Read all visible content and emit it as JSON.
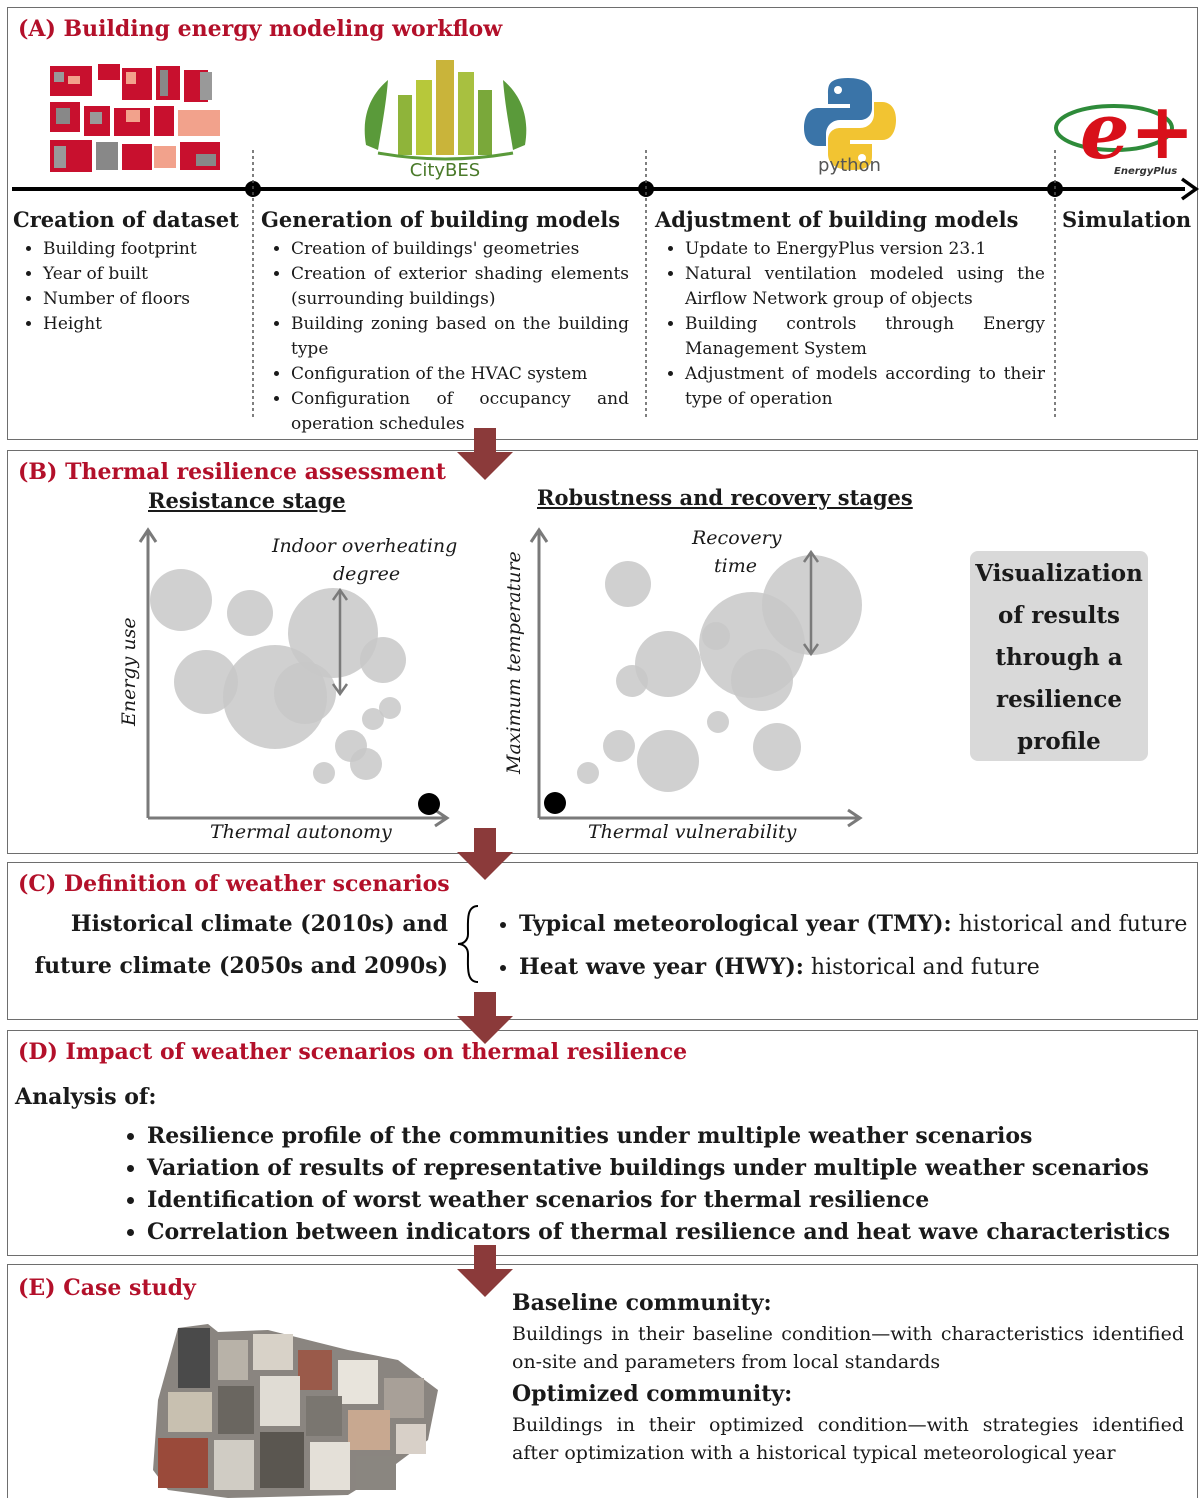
{
  "panelA": {
    "title": "(A) Building energy modeling workflow",
    "logos": {
      "citybes": "CityBES",
      "python": "python",
      "energyplus_mark": "e+",
      "energyplus_name": "EnergyPlus"
    },
    "stages": [
      {
        "heading": "Creation of dataset",
        "items": [
          "Building footprint",
          "Year of built",
          "Number of floors",
          "Height"
        ]
      },
      {
        "heading": "Generation of building models",
        "items": [
          "Creation of buildings' geometries",
          "Creation of exterior shading elements (surrounding buildings)",
          "Building zoning based on the building type",
          "Configuration of the HVAC system",
          "Configuration of occupancy and operation schedules"
        ]
      },
      {
        "heading": "Adjustment of building models",
        "items": [
          "Update to EnergyPlus version 23.1",
          "Natural ventilation modeled using the Airflow Network group of objects",
          "Building controls through Energy Management System",
          "Adjustment of models according to their type of operation"
        ]
      },
      {
        "heading": "Simulation",
        "items": []
      }
    ]
  },
  "panelB": {
    "title": "(B) Thermal resilience assessment",
    "left_plot": {
      "title": "Resistance stage",
      "ylabel": "Energy use",
      "xlabel": "Thermal autonomy",
      "annotation": [
        "Indoor overheating",
        "degree"
      ]
    },
    "right_plot": {
      "title": "Robustness and recovery stages",
      "ylabel": "Maximum temperature",
      "xlabel": "Thermal vulnerability",
      "annotation": [
        "Recovery",
        "time"
      ]
    },
    "visualization": [
      "Visualization",
      "of results",
      "through a",
      "resilience",
      "profile"
    ]
  },
  "panelC": {
    "title": "(C) Definition of weather scenarios",
    "left_lines": [
      "Historical climate (2010s) and",
      "future climate (2050s and 2090s)"
    ],
    "items": [
      {
        "bold": "Typical meteorological year (TMY):",
        "rest": " historical and future"
      },
      {
        "bold": "Heat wave year (HWY):",
        "rest": " historical and future"
      }
    ]
  },
  "panelD": {
    "title": "(D) Impact of weather scenarios on thermal resilience",
    "intro": "Analysis of:",
    "items": [
      "Resilience profile of the communities under multiple weather scenarios",
      "Variation of results of representative buildings under multiple weather scenarios",
      "Identification of worst weather scenarios for thermal resilience",
      "Correlation between indicators of thermal resilience and heat wave characteristics"
    ]
  },
  "panelE": {
    "title": "(E) Case study",
    "baseline_heading": "Baseline community:",
    "baseline_text": "Buildings in their baseline condition—with characteristics identified on-site and parameters from local standards",
    "optimized_heading": "Optimized community:",
    "optimized_text": "Buildings in their optimized condition—with strategies identified after optimization with a historical typical meteorological year"
  },
  "colors": {
    "accent_red": "#b3102a",
    "arrow": "#8b3a3a",
    "bubble": "#c8c8c8",
    "vis_box": "#d9d9d9"
  }
}
